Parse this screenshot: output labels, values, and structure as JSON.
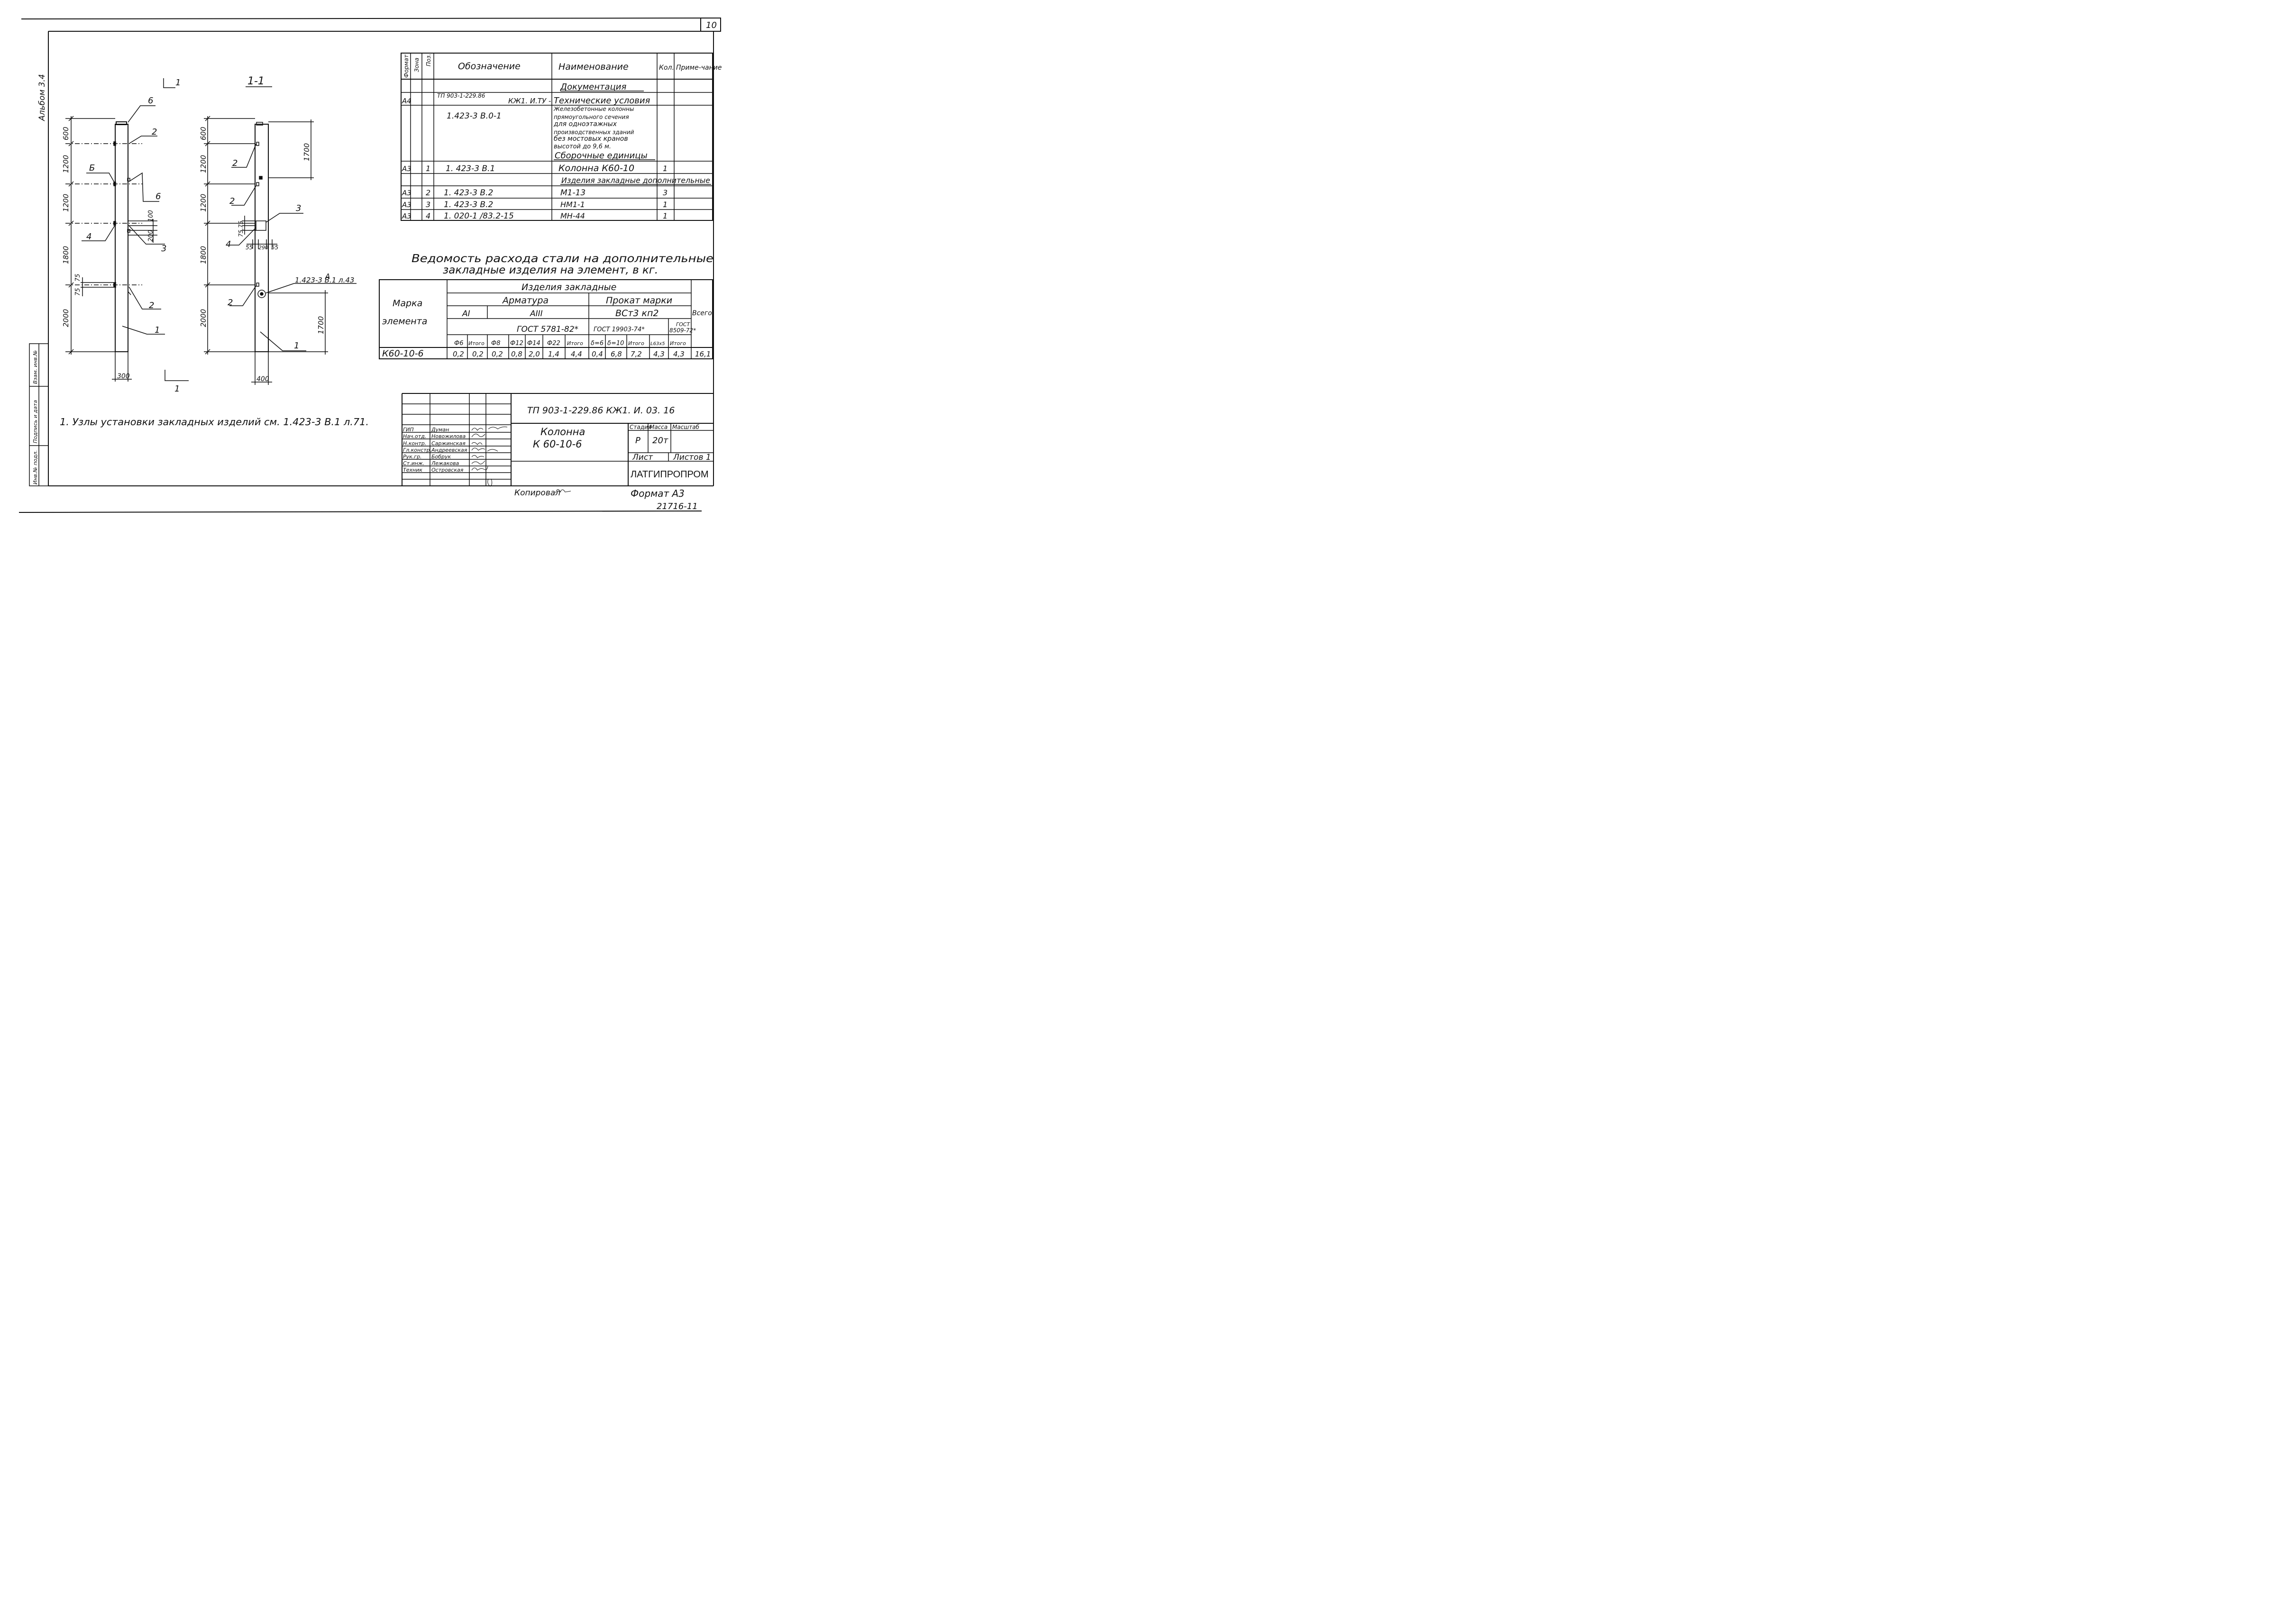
{
  "sheet_number": "10",
  "album": "Альбом 3.4",
  "section_marker": "1",
  "section_title": "1-1",
  "left_elev": {
    "dims": [
      "600",
      "1200",
      "1200",
      "1800",
      "2000"
    ],
    "width": "300",
    "dim75": "75",
    "dim100": "100",
    "dim200": "200",
    "labels": {
      "six_top": "6",
      "two_top": "2",
      "six_left": "Б",
      "six_mid": "6",
      "four": "4",
      "three": "3",
      "two_bot": "2",
      "one": "1"
    }
  },
  "right_elev": {
    "dims": [
      "600",
      "1200",
      "1200",
      "1800",
      "2000"
    ],
    "dim1700_top": "1700",
    "dim1700_bot": "1700",
    "width": "400",
    "dims_bottom": [
      "55",
      "290",
      "55"
    ],
    "dims_7575": "75,75",
    "labels": {
      "two_a": "2",
      "two_b": "2",
      "two_c": "2",
      "three": "3",
      "four": "4",
      "one": "1"
    },
    "node_letter": "А",
    "node_ref": "1.423-3 В.1 л.43"
  },
  "spec": {
    "headers": {
      "format": "Формат",
      "zone": "Зона",
      "pos": "Поз.",
      "designation": "Обозначение",
      "name": "Наименование",
      "qty": "Кол.",
      "note": "Приме-чание"
    },
    "section_docs": "Документация",
    "row_doc": {
      "format": "А4",
      "designation": "ТП 903-1-229.86",
      "suffix": "КЖ1. И.ТУ -",
      "name": "Технические условия"
    },
    "row_series": {
      "designation": "1.423-3   В.0-1",
      "name_lines": [
        "Железобетонные колонны",
        "прямоугольного сечения",
        "для одноэтажных",
        "производственных зданий",
        "без мостовых кранов",
        "высотой до 9,6 м."
      ]
    },
    "section_units": "Сборочные единицы",
    "row_col": {
      "format": "А3",
      "pos": "1",
      "designation": "1. 423-3   В.1",
      "name": "Колонна  К60-10",
      "qty": "1"
    },
    "section_embed": "Изделия закладные дополнительные",
    "rows_embed": [
      {
        "format": "А3",
        "pos": "2",
        "designation": "1. 423-3   В.2",
        "name": "М1-13",
        "qty": "3"
      },
      {
        "format": "А3",
        "pos": "3",
        "designation": "1. 423-3   В.2",
        "name": "НМ1-1",
        "qty": "1"
      },
      {
        "format": "А3",
        "pos": "4",
        "designation": "1. 020-1 /83.2-15",
        "name": "МН-44",
        "qty": "1"
      }
    ]
  },
  "steel_title": [
    "Ведомость расхода стали на дополнительные",
    "закладные изделия на элемент, в кг."
  ],
  "steel": {
    "h_mark": [
      "Марка",
      "элемента"
    ],
    "h_embed": "Изделия закладные",
    "h_armature": "Арматура",
    "h_rolled": "Прокат марки",
    "h_total": "Всего",
    "h_ai": "АI",
    "h_aiii": "АIII",
    "h_vst": "ВСт3 кп2",
    "h_gost1": "ГОСТ 5781-82*",
    "h_gost2": "ГОСТ 19903-74*",
    "h_gost3": [
      "ГОСТ",
      "8509-72*"
    ],
    "cols": [
      "Ф6",
      "Итого",
      "Ф8",
      "Ф12",
      "Ф14",
      "Ф22",
      "Итого",
      "δ=6",
      "δ=10",
      "Итого",
      "L63х5",
      "Итого"
    ],
    "row": {
      "mark": "К60-10-6",
      "values": [
        "0,2",
        "0,2",
        "0,2",
        "0,8",
        "2,0",
        "1,4",
        "4,4",
        "0,4",
        "6,8",
        "7,2",
        "4,3",
        "4,3",
        "16,1"
      ]
    }
  },
  "note": "1. Узлы установки закладных изделий см. 1.423-3 В.1 л.71.",
  "stamp": {
    "code": "ТП 903-1-229.86     КЖ1. И. 03. 16",
    "title": [
      "Колонна",
      "К 60-10-6"
    ],
    "stage_h": "Стадия",
    "mass_h": "Масса",
    "scale_h": "Масштаб",
    "stage": "Р",
    "mass": "20т",
    "sheet_h": "Лист",
    "sheets_h": "Листов 1",
    "org": "ЛАТГИПРОПРОМ",
    "roles": [
      "ГИП",
      "Нач.отд.",
      "Н.контр.",
      "Гл.констр.",
      "Рук.гр.",
      "Ст.инж.",
      "Техник"
    ],
    "names": [
      "Думан",
      "Новожилова",
      "Саржинская",
      "Андреевская",
      "Бобрук",
      "Лежакова",
      "Островская"
    ]
  },
  "copied": "Копировал",
  "format": "Формат А3",
  "inv": "21716-11",
  "side": [
    "Инв.№ подл.",
    "Подпись и дата",
    "Взам. инв.№"
  ]
}
